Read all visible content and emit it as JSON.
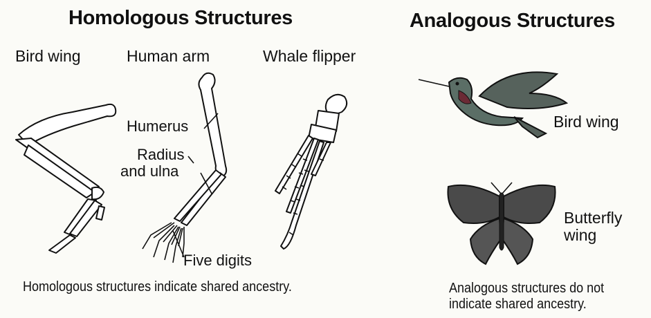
{
  "homologous": {
    "title": "Homologous Structures",
    "labels": {
      "bird_wing": "Bird wing",
      "human_arm": "Human arm",
      "whale_flipper": "Whale flipper"
    },
    "parts": {
      "humerus": "Humerus",
      "radius_line1": "Radius",
      "radius_line2": "and ulna",
      "digits": "Five digits"
    },
    "caption": "Homologous structures indicate shared ancestry."
  },
  "analogous": {
    "title": "Analogous Structures",
    "labels": {
      "bird_wing": "Bird wing",
      "butterfly_line1": "Butterfly",
      "butterfly_line2": "wing"
    },
    "caption_line1": "Analogous structures do not",
    "caption_line2": "indicate shared ancestry."
  },
  "colors": {
    "ink": "#111111",
    "background": "#fbfbf7",
    "hummingbird_back": "#5b6e66",
    "hummingbird_throat": "#6b2a35",
    "butterfly_wing": "#4a4a4a"
  }
}
